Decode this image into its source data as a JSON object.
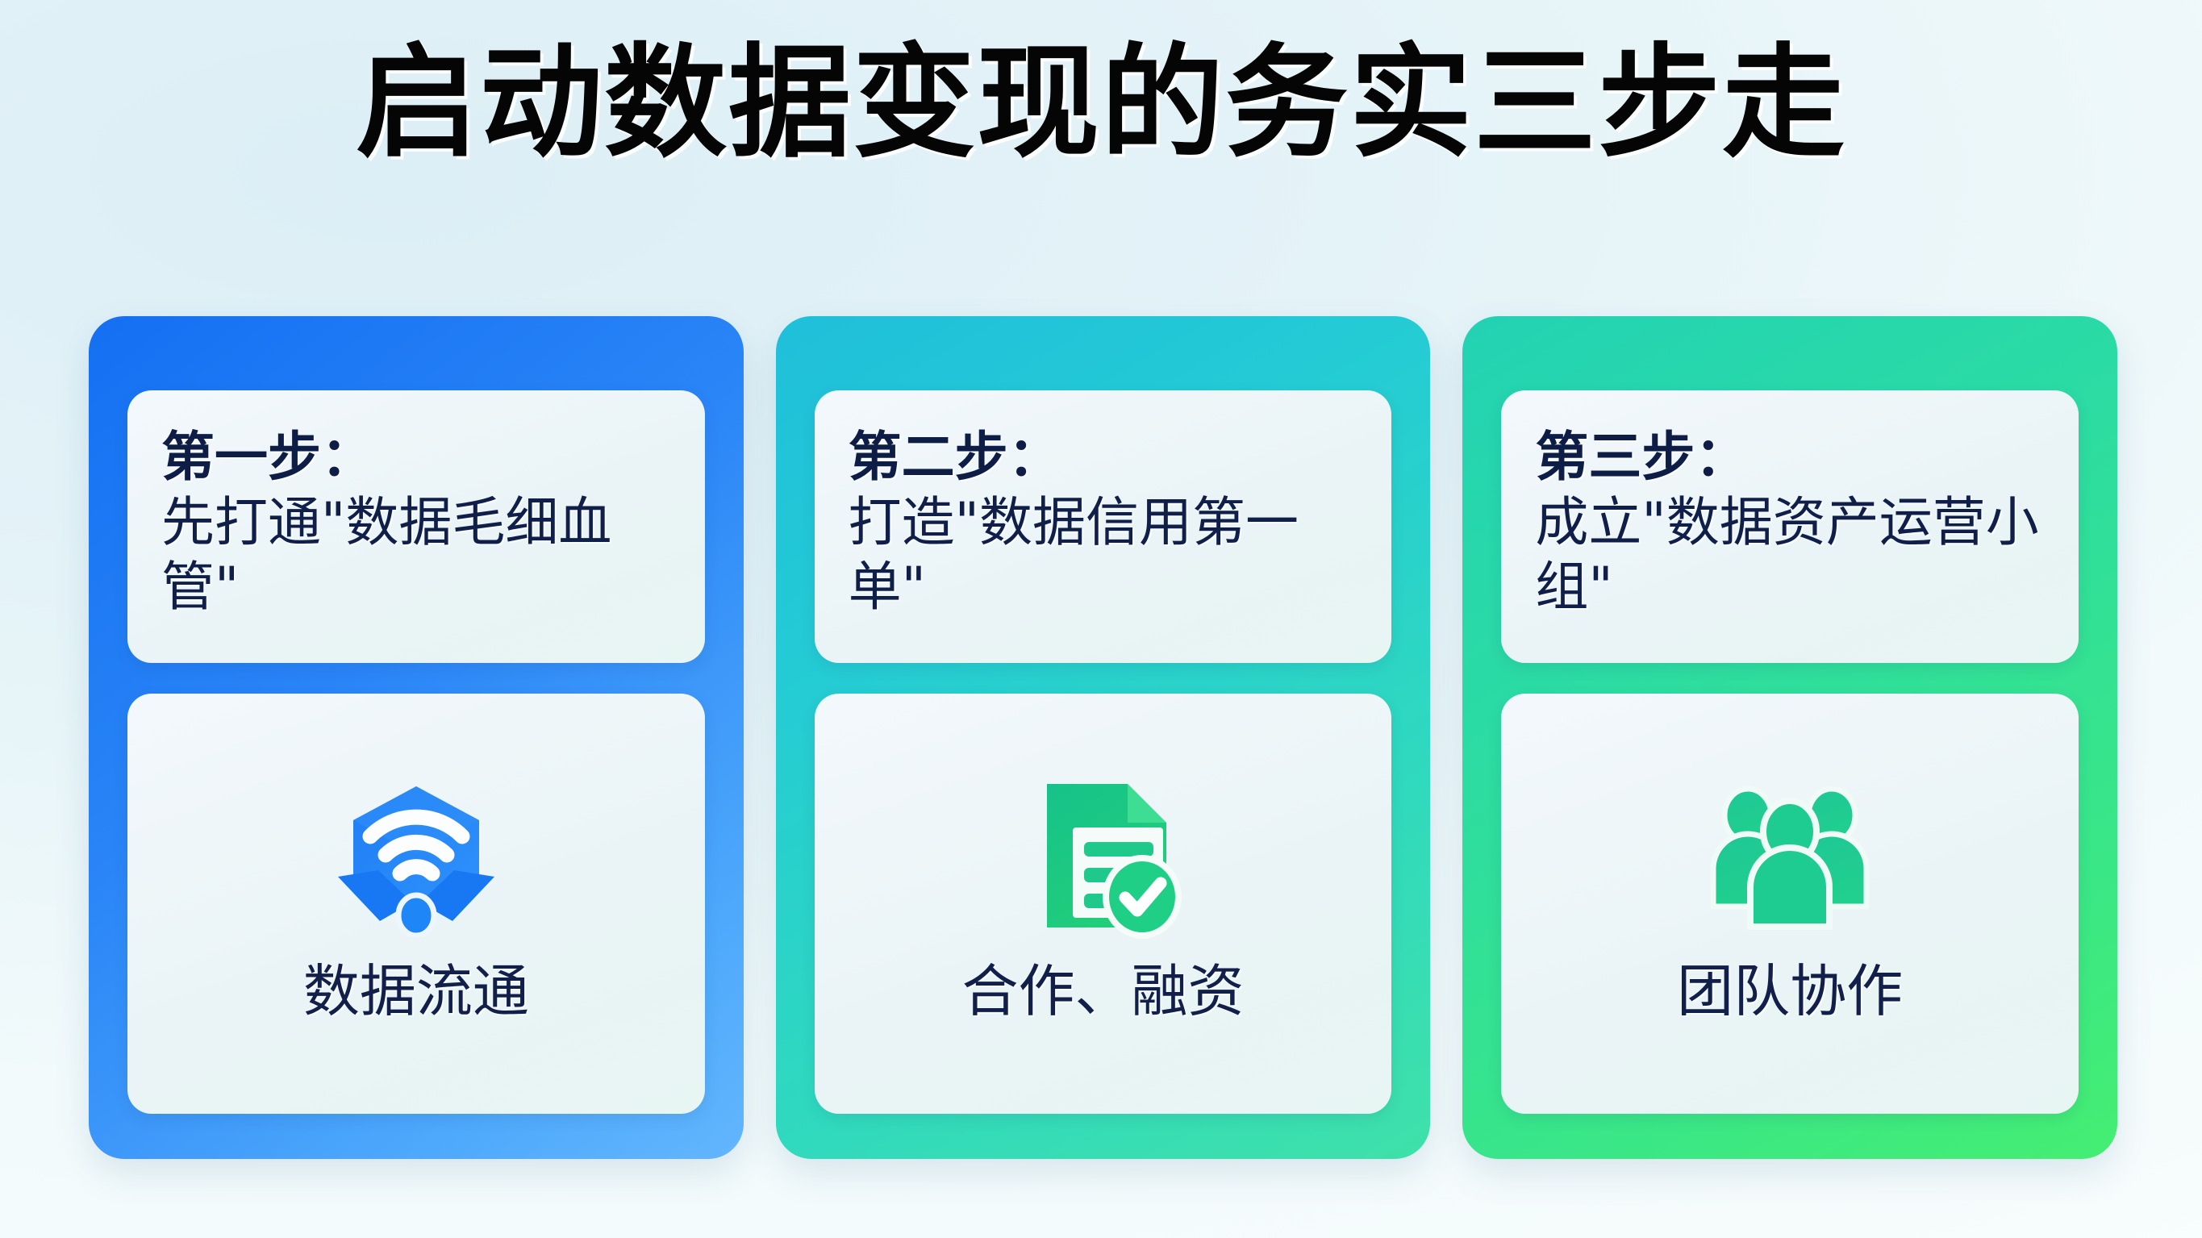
{
  "page": {
    "title": "启动数据变现的务实三步走",
    "background_start": "#dceef6",
    "background_end": "#f8fdfd",
    "title_color": "#050505"
  },
  "cards": [
    {
      "step_label": "第一步：",
      "step_desc": "先打通\"数据毛细血管\"",
      "icon_name": "data-flow-hexagon-wifi-icon",
      "icon_caption": "数据流通",
      "accent_start": "#1470f2",
      "accent_end": "#62b6fd",
      "icon_color": "#1778f2"
    },
    {
      "step_label": "第二步：",
      "step_desc": "打造\"数据信用第一单\"",
      "icon_name": "document-check-icon",
      "icon_caption": "合作、融资",
      "accent_start": "#1fbfda",
      "accent_end": "#3fe1a9",
      "icon_color": "#18c47f"
    },
    {
      "step_label": "第三步：",
      "step_desc": "成立\"数据资产运营小组\"",
      "icon_name": "team-group-people-icon",
      "icon_caption": "团队协作",
      "accent_start": "#23d2b4",
      "accent_end": "#45ee72",
      "icon_color": "#16c185"
    }
  ]
}
